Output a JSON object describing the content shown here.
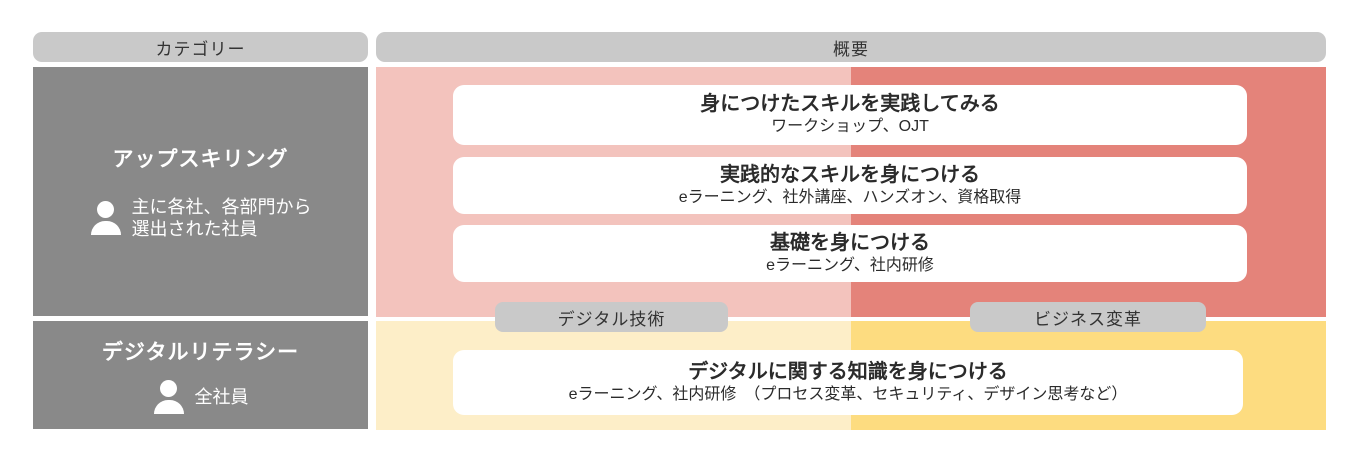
{
  "headers": {
    "category": "カテゴリー",
    "overview": "概要"
  },
  "categories": {
    "upskilling": {
      "title": "アップスキリング",
      "audience": "主に各社、各部門から\n選出された社員"
    },
    "literacy": {
      "title": "デジタルリテラシー",
      "audience": "全社員"
    }
  },
  "upskilling_steps": [
    {
      "title": "身につけたスキルを実践してみる",
      "methods": "ワークショップ、OJT"
    },
    {
      "title": "実践的なスキルを身につける",
      "methods": "eラーニング、社外講座、ハンズオン、資格取得"
    },
    {
      "title": "基礎を身につける",
      "methods": "eラーニング、社内研修"
    }
  ],
  "literacy_step": {
    "title": "デジタルに関する知識を身につける",
    "methods": "eラーニング、社内研修　（プロセス変革、セキュリティ、デザイン思考など）"
  },
  "tracks": {
    "digital": "デジタル技術",
    "business": "ビジネス変革"
  },
  "colors": {
    "header_gray": "#c9c9c9",
    "category_gray": "#898989",
    "pink_light": "#f3c3bd",
    "pink_dark": "#e4837a",
    "yellow_light": "#fdeec8",
    "yellow_dark": "#fddc80",
    "box_white": "#ffffff",
    "text_dark": "#2b2b2b"
  }
}
